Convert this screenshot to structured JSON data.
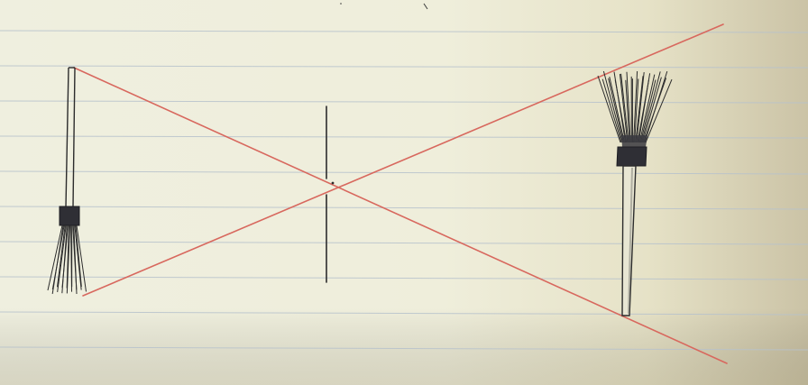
{
  "drawing": {
    "subject": "camera-obscura-inversion-sketch",
    "objects": [
      {
        "name": "broom",
        "orientation": "inverted"
      },
      {
        "name": "aperture-screen",
        "orientation": "vertical"
      },
      {
        "name": "broom",
        "orientation": "upright"
      }
    ],
    "ray_count": 2
  },
  "colors": {
    "paper": "#efeedd",
    "paper_shade": "#c9c2a6",
    "ruling": "#b7c2cc",
    "ink": "#2c2c2c",
    "ray": "#d8685e"
  }
}
